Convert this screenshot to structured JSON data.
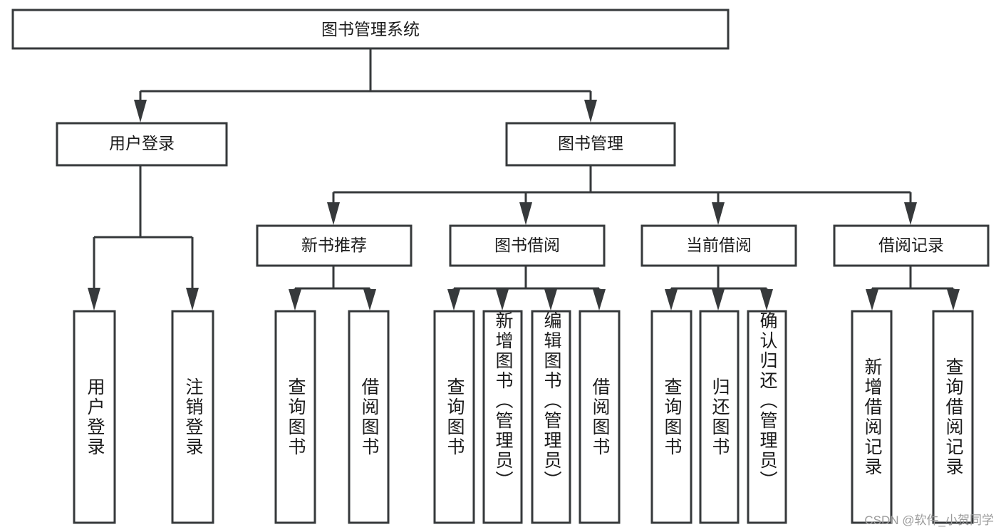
{
  "diagram": {
    "title": "图书管理系统",
    "type": "tree",
    "colors": {
      "stroke": "#36393b",
      "box_fill": "#ffffff",
      "text": "#1a1a1a",
      "background": "#ffffff",
      "watermark": "#9b9b9b"
    },
    "root": {
      "label": "图书管理系统"
    },
    "level2": [
      {
        "label": "用户登录"
      },
      {
        "label": "图书管理"
      }
    ],
    "level3": [
      {
        "label": "新书推荐"
      },
      {
        "label": "图书借阅"
      },
      {
        "label": "当前借阅"
      },
      {
        "label": "借阅记录"
      }
    ],
    "leaves": {
      "user_login": [
        {
          "label": "用户登录"
        },
        {
          "label": "注销登录"
        }
      ],
      "new_book_recommend": [
        {
          "label": "查询图书"
        },
        {
          "label": "借阅图书"
        }
      ],
      "book_borrow": [
        {
          "label": "查询图书"
        },
        {
          "label": "新增图书（管理员）"
        },
        {
          "label": "编辑图书（管理员）"
        },
        {
          "label": "借阅图书"
        }
      ],
      "current_borrow": [
        {
          "label": "查询图书"
        },
        {
          "label": "归还图书"
        },
        {
          "label": "确认归还（管理员）"
        }
      ],
      "borrow_record": [
        {
          "label": "新增借阅记录"
        },
        {
          "label": "查询借阅记录"
        }
      ]
    },
    "watermark": "CSDN @软件_小贺同学"
  }
}
